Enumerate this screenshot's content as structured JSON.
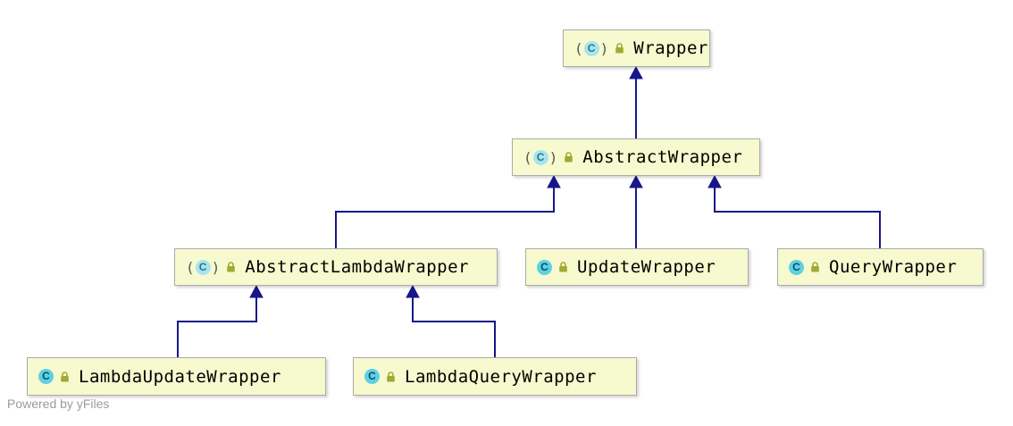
{
  "diagram": {
    "type": "uml-class-hierarchy",
    "icons": {
      "class_letter": "C"
    },
    "colors": {
      "node_fill": "#F7F9CE",
      "node_border": "#ABABAB",
      "edge": "#17178B",
      "class_icon_fill": "#5FD0E5",
      "lock_icon": "#A2A934"
    },
    "nodes": [
      {
        "id": "wrapper",
        "label": "Wrapper",
        "abstract": true
      },
      {
        "id": "abstract-wrapper",
        "label": "AbstractWrapper",
        "abstract": true
      },
      {
        "id": "abstract-lambda-wrapper",
        "label": "AbstractLambdaWrapper",
        "abstract": true
      },
      {
        "id": "update-wrapper",
        "label": "UpdateWrapper",
        "abstract": false
      },
      {
        "id": "query-wrapper",
        "label": "QueryWrapper",
        "abstract": false
      },
      {
        "id": "lambda-update-wrapper",
        "label": "LambdaUpdateWrapper",
        "abstract": false
      },
      {
        "id": "lambda-query-wrapper",
        "label": "LambdaQueryWrapper",
        "abstract": false
      }
    ],
    "edges": [
      {
        "from": "AbstractWrapper",
        "to": "Wrapper",
        "type": "inheritance"
      },
      {
        "from": "AbstractLambdaWrapper",
        "to": "AbstractWrapper",
        "type": "inheritance"
      },
      {
        "from": "UpdateWrapper",
        "to": "AbstractWrapper",
        "type": "inheritance"
      },
      {
        "from": "QueryWrapper",
        "to": "AbstractWrapper",
        "type": "inheritance"
      },
      {
        "from": "LambdaUpdateWrapper",
        "to": "AbstractLambdaWrapper",
        "type": "inheritance"
      },
      {
        "from": "LambdaQueryWrapper",
        "to": "AbstractLambdaWrapper",
        "type": "inheritance"
      }
    ],
    "footer": "Powered by yFiles"
  }
}
